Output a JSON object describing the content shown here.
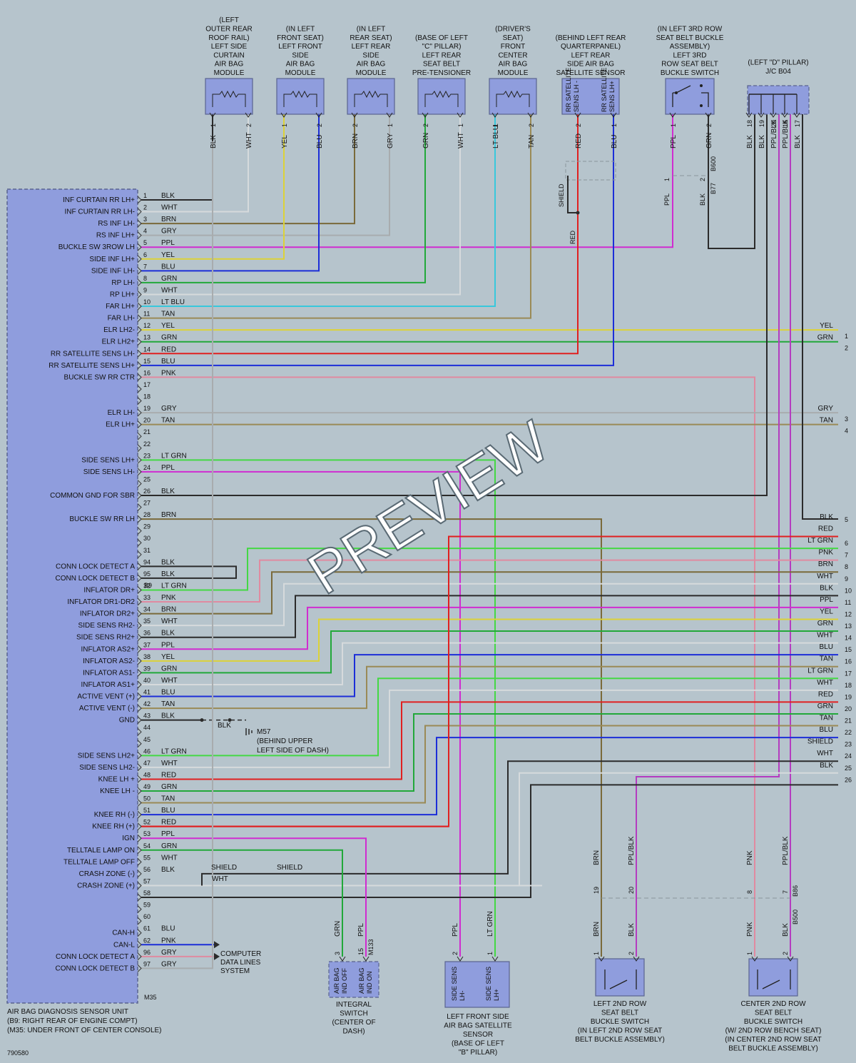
{
  "colors": {
    "BLK": "#2b2b2b",
    "WHT": "#d6dadc",
    "BRN": "#7a6a3a",
    "GRY": "#a8acae",
    "PPL": "#d02cd0",
    "YEL": "#dcd238",
    "BLU": "#1c2ed8",
    "GRN": "#22a83a",
    "LT BLU": "#38c8dc",
    "TAN": "#9a8a56",
    "RED": "#e02020",
    "PNK": "#e08aa0",
    "LT GRN": "#44d844",
    "PPL/BLK": "#b43cc0",
    "SHIELD": "#2b2b2b",
    "component_fill": "#8f9ddd",
    "background": "#b6c4cc"
  },
  "watermark": "PREVIEW",
  "figure_id": "790580",
  "main_unit": {
    "caption": [
      "AIR BAG DIAGNOSIS SENSOR UNIT",
      "(B9: RIGHT REAR OF ENGINE COMPT)",
      "(M35: UNDER FRONT OF CENTER CONSOLE)"
    ],
    "connector_b9": "B9",
    "connector_m35": "M35"
  },
  "pins": [
    {
      "pin": "1",
      "func": "INF CURTAIN RR LH+",
      "color": "BLK"
    },
    {
      "pin": "2",
      "func": "INF CURTAIN RR LH-",
      "color": "WHT"
    },
    {
      "pin": "3",
      "func": "RS INF LH-",
      "color": "BRN"
    },
    {
      "pin": "4",
      "func": "RS INF LH+",
      "color": "GRY"
    },
    {
      "pin": "5",
      "func": "BUCKLE SW 3ROW LH",
      "color": "PPL"
    },
    {
      "pin": "6",
      "func": "SIDE INF LH+",
      "color": "YEL"
    },
    {
      "pin": "7",
      "func": "SIDE INF LH-",
      "color": "BLU"
    },
    {
      "pin": "8",
      "func": "RP LH-",
      "color": "GRN"
    },
    {
      "pin": "9",
      "func": "RP LH+",
      "color": "WHT"
    },
    {
      "pin": "10",
      "func": "FAR LH+",
      "color": "LT BLU"
    },
    {
      "pin": "11",
      "func": "FAR LH-",
      "color": "TAN"
    },
    {
      "pin": "12",
      "func": "ELR LH2-",
      "color": "YEL"
    },
    {
      "pin": "13",
      "func": "ELR LH2+",
      "color": "GRN"
    },
    {
      "pin": "14",
      "func": "RR SATELLITE SENS LH-",
      "color": "RED"
    },
    {
      "pin": "15",
      "func": "RR SATELLITE SENS LH+",
      "color": "BLU"
    },
    {
      "pin": "16",
      "func": "BUCKLE SW RR CTR",
      "color": "PNK"
    },
    {
      "pin": "17",
      "func": "",
      "color": ""
    },
    {
      "pin": "18",
      "func": "",
      "color": ""
    },
    {
      "pin": "19",
      "func": "ELR LH-",
      "color": "GRY"
    },
    {
      "pin": "20",
      "func": "ELR LH+",
      "color": "TAN"
    },
    {
      "pin": "21",
      "func": "",
      "color": ""
    },
    {
      "pin": "22",
      "func": "",
      "color": ""
    },
    {
      "pin": "23",
      "func": "SIDE SENS LH+",
      "color": "LT GRN"
    },
    {
      "pin": "24",
      "func": "SIDE SENS LH-",
      "color": "PPL"
    },
    {
      "pin": "25",
      "func": "",
      "color": ""
    },
    {
      "pin": "26",
      "func": "COMMON GND FOR SBR",
      "color": "BLK"
    },
    {
      "pin": "27",
      "func": "",
      "color": ""
    },
    {
      "pin": "28",
      "func": "BUCKLE SW RR LH",
      "color": "BRN"
    },
    {
      "pin": "29",
      "func": "",
      "color": ""
    },
    {
      "pin": "30",
      "func": "",
      "color": ""
    },
    {
      "pin": "31",
      "func": "",
      "color": ""
    },
    {
      "pin": "94",
      "func": "CONN LOCK DETECT A",
      "color": "BLK"
    },
    {
      "pin": "95",
      "func": "CONN LOCK DETECT B",
      "color": "BLK"
    },
    {
      "pin": "32",
      "func": "INFLATOR DR+",
      "color": "LT GRN"
    },
    {
      "pin": "33",
      "func": "INFLATOR DR1-DR2",
      "color": "PNK"
    },
    {
      "pin": "34",
      "func": "INFLATOR DR2+",
      "color": "BRN"
    },
    {
      "pin": "35",
      "func": "SIDE SENS RH2-",
      "color": "WHT"
    },
    {
      "pin": "36",
      "func": "SIDE SENS RH2+",
      "color": "BLK"
    },
    {
      "pin": "37",
      "func": "INFLATOR AS2+",
      "color": "PPL"
    },
    {
      "pin": "38",
      "func": "INFLATOR AS2-",
      "color": "YEL"
    },
    {
      "pin": "39",
      "func": "INFLATOR AS1-",
      "color": "GRN"
    },
    {
      "pin": "40",
      "func": "INFLATOR AS1+",
      "color": "WHT"
    },
    {
      "pin": "41",
      "func": "ACTIVE VENT (+)",
      "color": "BLU"
    },
    {
      "pin": "42",
      "func": "ACTIVE VENT (-)",
      "color": "TAN"
    },
    {
      "pin": "43",
      "func": "GND",
      "color": "BLK"
    },
    {
      "pin": "44",
      "func": "",
      "color": ""
    },
    {
      "pin": "45",
      "func": "",
      "color": ""
    },
    {
      "pin": "46",
      "func": "SIDE SENS LH2+",
      "color": "LT GRN"
    },
    {
      "pin": "47",
      "func": "SIDE SENS LH2-",
      "color": "WHT"
    },
    {
      "pin": "48",
      "func": "KNEE LH +",
      "color": "RED"
    },
    {
      "pin": "49",
      "func": "KNEE LH -",
      "color": "GRN"
    },
    {
      "pin": "50",
      "func": "",
      "color": "TAN"
    },
    {
      "pin": "51",
      "func": "KNEE RH (-)",
      "color": "BLU"
    },
    {
      "pin": "52",
      "func": "KNEE RH (+)",
      "color": "RED"
    },
    {
      "pin": "53",
      "func": "IGN",
      "color": "PPL"
    },
    {
      "pin": "54",
      "func": "TELLTALE LAMP ON",
      "color": "GRN"
    },
    {
      "pin": "55",
      "func": "TELLTALE LAMP OFF",
      "color": "WHT"
    },
    {
      "pin": "56",
      "func": "CRASH ZONE (-)",
      "color": "BLK"
    },
    {
      "pin": "57",
      "func": "CRASH ZONE (+)",
      "color": ""
    },
    {
      "pin": "58",
      "func": "",
      "color": ""
    },
    {
      "pin": "59",
      "func": "",
      "color": ""
    },
    {
      "pin": "60",
      "func": "",
      "color": ""
    },
    {
      "pin": "61",
      "func": "CAN-H",
      "color": "BLU"
    },
    {
      "pin": "62",
      "func": "CAN-L",
      "color": "PNK"
    },
    {
      "pin": "96",
      "func": "CONN LOCK DETECT A",
      "color": "GRY"
    },
    {
      "pin": "97",
      "func": "CONN LOCK DETECT B",
      "color": "GRY"
    }
  ],
  "components": [
    {
      "id": "curtain",
      "label": [
        "(LEFT",
        "OUTER REAR",
        "ROOF RAIL)",
        "LEFT SIDE",
        "CURTAIN",
        "AIR BAG",
        "MODULE"
      ],
      "pins": [
        {
          "w": "BLK",
          "n": "1"
        },
        {
          "w": "WHT",
          "n": "2"
        }
      ]
    },
    {
      "id": "front_side",
      "label": [
        "(IN LEFT",
        "FRONT SEAT)",
        "LEFT FRONT",
        "SIDE",
        "AIR BAG",
        "MODULE"
      ],
      "pins": [
        {
          "w": "YEL",
          "n": "1"
        },
        {
          "w": "BLU",
          "n": "2"
        }
      ]
    },
    {
      "id": "rear_side",
      "label": [
        "(IN LEFT",
        "REAR SEAT)",
        "LEFT REAR",
        "SIDE",
        "AIR BAG",
        "MODULE"
      ],
      "pins": [
        {
          "w": "BRN",
          "n": "2"
        },
        {
          "w": "GRY",
          "n": "1"
        }
      ]
    },
    {
      "id": "pretensioner",
      "label": [
        "(BASE OF LEFT",
        "\"C\" PILLAR)",
        "LEFT REAR",
        "SEAT BELT",
        "PRE-TENSIONER"
      ],
      "pins": [
        {
          "w": "GRN",
          "n": "2"
        },
        {
          "w": "WHT",
          "n": "1"
        }
      ]
    },
    {
      "id": "center",
      "label": [
        "(DRIVER'S",
        "SEAT)",
        "FRONT",
        "CENTER",
        "AIR BAG",
        "MODULE"
      ],
      "pins": [
        {
          "w": "LT BLU",
          "n": "1"
        },
        {
          "w": "TAN",
          "n": "2"
        }
      ]
    },
    {
      "id": "rr_sat",
      "label": [
        "(BEHIND LEFT REAR",
        "QUARTERPANEL)",
        "LEFT REAR",
        "SIDE AIR BAG",
        "SATELLITE SENSOR"
      ],
      "inner": [
        "RR SATELLITE",
        "SENS LH -",
        "RR SATELLITE",
        "SENS LH+"
      ],
      "pins": [
        {
          "w": "RED",
          "n": "2"
        },
        {
          "w": "BLU",
          "n": "1"
        }
      ]
    },
    {
      "id": "buckle3",
      "label": [
        "(IN LEFT 3RD ROW",
        "SEAT BELT BUCKLE",
        "ASSEMBLY)",
        "LEFT 3RD",
        "ROW SEAT BELT",
        "BUCKLE SWITCH"
      ],
      "pins": [
        {
          "w": "PPL",
          "n": "1"
        },
        {
          "w": "GRN",
          "n": "2"
        }
      ]
    },
    {
      "id": "jc",
      "label": [
        "(LEFT \"D\" PILLAR)",
        "J/C B04"
      ],
      "pins": [
        {
          "w": "BLK",
          "n": "18"
        },
        {
          "w": "BLK",
          "n": "19"
        },
        {
          "w": "PPL/BLK",
          "n": "20"
        },
        {
          "w": "PPL/BLK",
          "n": "16"
        },
        {
          "w": "BLK",
          "n": "17"
        }
      ]
    }
  ],
  "wire_labels": {
    "shield": "SHIELD",
    "red": "RED",
    "ppl": "PPL",
    "blk": "BLK",
    "blk2": "BLK",
    "pin1": "1",
    "pin2": "2",
    "b600": "B600",
    "b77": "B77"
  },
  "right_connector": [
    {
      "n": "1",
      "c": "YEL"
    },
    {
      "n": "2",
      "c": "GRN"
    },
    {
      "n": "3",
      "c": "GRY"
    },
    {
      "n": "4",
      "c": "TAN"
    },
    {
      "n": "5",
      "c": "BLK"
    },
    {
      "n": "",
      "c": "RED"
    },
    {
      "n": "6",
      "c": "LT GRN"
    },
    {
      "n": "7",
      "c": "PNK"
    },
    {
      "n": "8",
      "c": "BRN"
    },
    {
      "n": "9",
      "c": "WHT"
    },
    {
      "n": "10",
      "c": "BLK"
    },
    {
      "n": "11",
      "c": "PPL"
    },
    {
      "n": "12",
      "c": "YEL"
    },
    {
      "n": "13",
      "c": "GRN"
    },
    {
      "n": "14",
      "c": "WHT"
    },
    {
      "n": "15",
      "c": "BLU"
    },
    {
      "n": "16",
      "c": "TAN"
    },
    {
      "n": "17",
      "c": "LT GRN"
    },
    {
      "n": "18",
      "c": "WHT"
    },
    {
      "n": "19",
      "c": "RED"
    },
    {
      "n": "20",
      "c": "GRN"
    },
    {
      "n": "21",
      "c": "TAN"
    },
    {
      "n": "22",
      "c": "BLU"
    },
    {
      "n": "23",
      "c": "SHIELD"
    },
    {
      "n": "24",
      "c": "WHT"
    },
    {
      "n": "25",
      "c": "BLK"
    },
    {
      "n": "26",
      "c": ""
    }
  ],
  "ground": {
    "wire": "BLK",
    "ref": "M57",
    "note": [
      "(BEHIND UPPER",
      "LEFT SIDE OF DASH)"
    ]
  },
  "shield_labels": [
    "SHIELD",
    "WHT",
    "SHIELD"
  ],
  "can": {
    "label": [
      "COMPUTER",
      "DATA LINES",
      "SYSTEM"
    ]
  },
  "bottom": {
    "integral": {
      "label": [
        "INTEGRAL",
        "SWITCH",
        "(CENTER OF",
        "DASH)"
      ],
      "inner": [
        "AIR BAG",
        "IND OFF",
        "AIR BAG",
        "IND ON"
      ],
      "wires": [
        "GRN",
        "PPL"
      ],
      "pins": [
        "3",
        "15"
      ],
      "conn": "M133"
    },
    "lf_sensor": {
      "label": [
        "LEFT FRONT SIDE",
        "AIR BAG SATELLITE",
        "SENSOR",
        "(BASE OF LEFT",
        "\"B\" PILLAR)"
      ],
      "inner": [
        "SIDE SENS",
        "LH-",
        "SIDE SENS",
        "LH+"
      ],
      "wires": [
        "PPL",
        "LT GRN"
      ],
      "pins": [
        "2",
        "1"
      ]
    },
    "lh2nd": {
      "label": [
        "LEFT 2ND ROW",
        "SEAT BELT",
        "BUCKLE SWITCH",
        "(IN LEFT 2ND ROW SEAT",
        "BELT BUCKLE ASSEMBLY)"
      ],
      "upper": [
        "BRN",
        "PPL/BLK"
      ],
      "upperpins": [
        "19",
        "20"
      ],
      "lower": [
        "BRN",
        "BLK"
      ],
      "pins": [
        "1",
        "2"
      ]
    },
    "ctr2nd": {
      "label": [
        "CENTER 2ND ROW",
        "SEAT BELT",
        "BUCKLE SWITCH",
        "(W/ 2ND ROW BENCH SEAT)",
        "(IN CENTER 2ND ROW SEAT",
        "BELT BUCKLE ASSEMBLY)"
      ],
      "upper": [
        "PNK",
        "PPL/BLK"
      ],
      "upperpins": [
        "8",
        "7"
      ],
      "lower": [
        "PNK",
        "BLK"
      ],
      "pins": [
        "1",
        "2"
      ],
      "conn_upper": "B86",
      "conn_lower": "B500"
    }
  }
}
